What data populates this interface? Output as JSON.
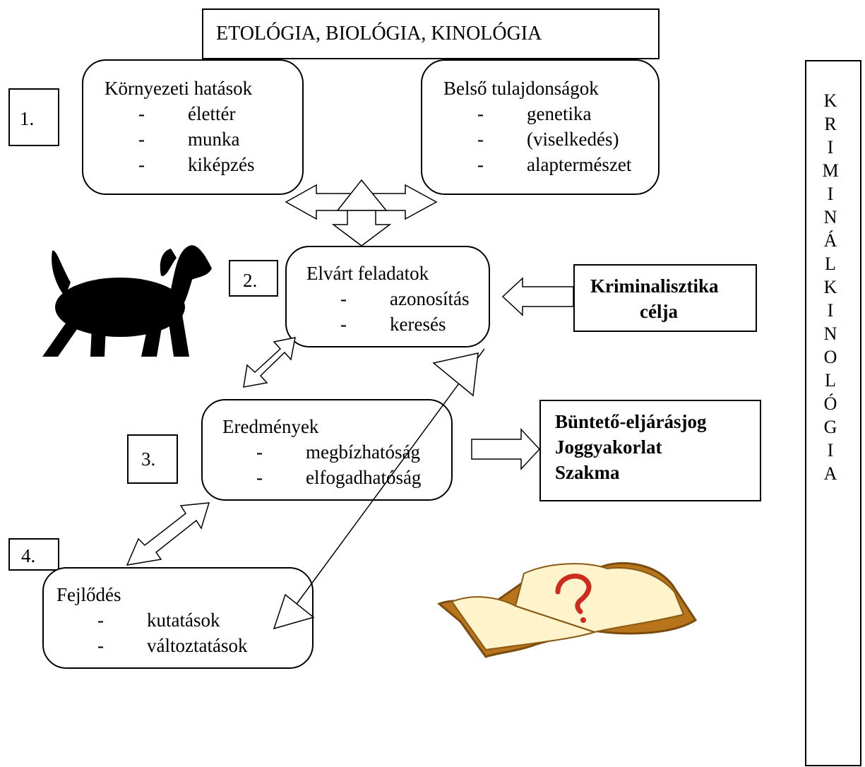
{
  "header": {
    "title": "ETOLÓGIA, BIOLÓGIA, KINOLÓGIA"
  },
  "side_label": {
    "letters": [
      "K",
      "R",
      "I",
      "M",
      "I",
      "N",
      "Á",
      "L",
      "K",
      "I",
      "N",
      "O",
      "L",
      "Ó",
      "G",
      "I",
      "A"
    ]
  },
  "numbers": {
    "n1": "1.",
    "n2": "2.",
    "n3": "3.",
    "n4": "4."
  },
  "environment": {
    "title": "Környezeti hatások",
    "items": [
      "élettér",
      "munka",
      "kiképzés"
    ]
  },
  "internal": {
    "title": "Belső tulajdonságok",
    "items": [
      "genetika",
      "(viselkedés)",
      "alaptermészet"
    ]
  },
  "tasks": {
    "title": "Elvárt feladatok",
    "items": [
      "azonosítás",
      "keresés"
    ]
  },
  "results": {
    "title": "Eredmények",
    "items": [
      "megbízhatóság",
      "elfogadhatóság"
    ]
  },
  "development": {
    "title": "Fejlődés",
    "items": [
      "kutatások",
      "változtatások"
    ]
  },
  "criminalistics": {
    "line1": "Kriminalisztika",
    "line2": "célja"
  },
  "law": {
    "lines": [
      "Büntető-eljárásjog",
      "Joggyakorlat",
      "Szakma"
    ]
  },
  "bullet": "-",
  "colors": {
    "book_cover": "#b8741a",
    "book_pages": "#fff3cc",
    "question_mark": "#cc2b1e",
    "dog": "#000000"
  }
}
